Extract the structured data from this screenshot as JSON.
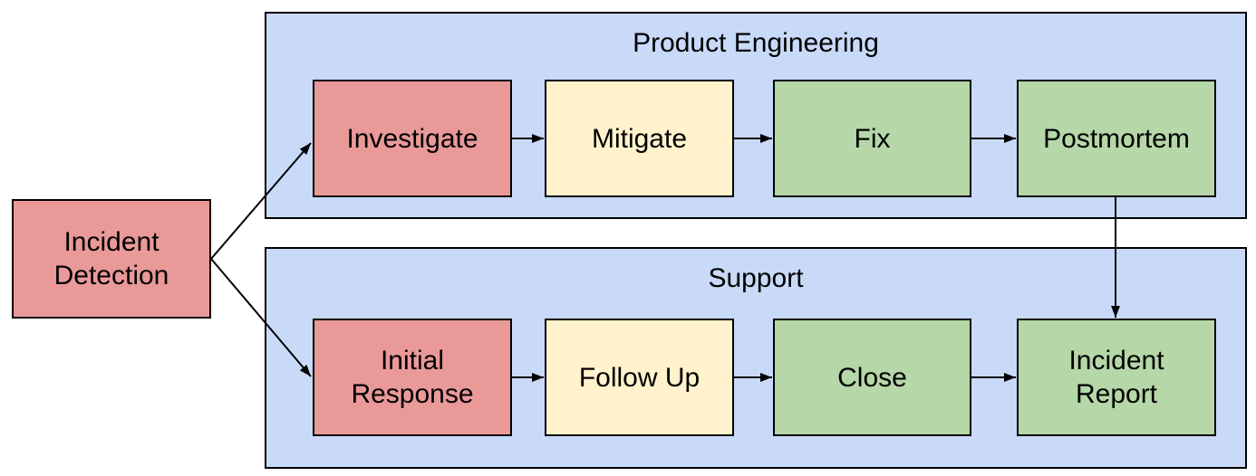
{
  "diagram": {
    "type": "flowchart-swimlane",
    "description": "Incident handling flow across Product Engineering and Support lanes"
  },
  "colors": {
    "red": "#ea9999",
    "yellow": "#fff2cc",
    "green": "#b6d7a8",
    "blue": "#c9daf8",
    "border": "#000000",
    "arrow": "#000000",
    "text": "#000000",
    "page_background": "#ffffff"
  },
  "start_node": {
    "label": "Incident\nDetection",
    "color": "red"
  },
  "lanes": [
    {
      "title": "Product Engineering",
      "color": "blue",
      "steps": [
        {
          "label": "Investigate",
          "color": "red"
        },
        {
          "label": "Mitigate",
          "color": "yellow"
        },
        {
          "label": "Fix",
          "color": "green"
        },
        {
          "label": "Postmortem",
          "color": "green"
        }
      ]
    },
    {
      "title": "Support",
      "color": "blue",
      "steps": [
        {
          "label": "Initial\nResponse",
          "color": "red"
        },
        {
          "label": "Follow Up",
          "color": "yellow"
        },
        {
          "label": "Close",
          "color": "green"
        },
        {
          "label": "Incident\nReport",
          "color": "green"
        }
      ]
    }
  ],
  "connections": [
    {
      "from": "Incident Detection",
      "to": "Investigate"
    },
    {
      "from": "Incident Detection",
      "to": "Initial Response"
    },
    {
      "from": "Investigate",
      "to": "Mitigate"
    },
    {
      "from": "Mitigate",
      "to": "Fix"
    },
    {
      "from": "Fix",
      "to": "Postmortem"
    },
    {
      "from": "Initial Response",
      "to": "Follow Up"
    },
    {
      "from": "Follow Up",
      "to": "Close"
    },
    {
      "from": "Close",
      "to": "Incident Report"
    },
    {
      "from": "Postmortem",
      "to": "Incident Report"
    }
  ]
}
